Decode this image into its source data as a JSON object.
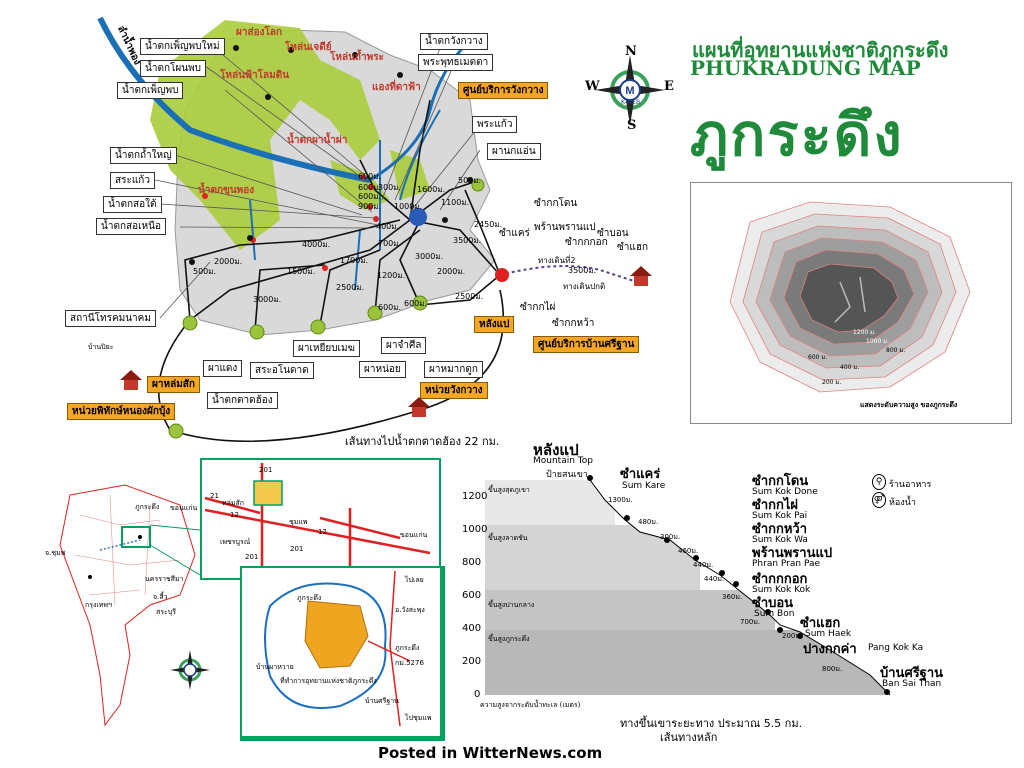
{
  "title": {
    "thai": "แผนที่อุทยานแห่งชาติภูกระดึง",
    "english": "PHUKRADUNG MAP",
    "big": "ภูกระดึง"
  },
  "compass": {
    "n": "N",
    "s": "S",
    "e": "E",
    "w": "W",
    "brand": "K-WEB"
  },
  "footer": "Posted in WitterNews.com",
  "main_map": {
    "labels_white": [
      "น้ำตกเพ็ญพบใหม่",
      "น้ำตกโผนพบ",
      "น้ำตกเพ็ญพบ",
      "น้ำตกถ้ำใหญ่",
      "สระแก้ว",
      "น้ำตกสอใต้",
      "น้ำตกสอเหนือ",
      "น้ำตกวังกวาง",
      "พระพุทธเมตตา",
      "พระแก้ว",
      "ผานกแอ่น",
      "สถานีโทรคมนาคม",
      "ผาแดง",
      "สระอโนดาด",
      "ผาเหยียบเมฆ",
      "ผาจำศีล",
      "ผาหน่อย",
      "ผาหมากดูก",
      "น้ำตกตาดฮ้อง"
    ],
    "labels_orange": [
      "ศูนย์บริการวังกวาง",
      "หลังแป",
      "ศูนย์บริการบ้านศรีฐาน",
      "ผาหล่มสัก",
      "หน่วยวังกวาง",
      "หน่วยพิทักษ์หนองผักบุ้ง"
    ],
    "labels_red": [
      "ผาส่องโลก",
      "โหล่นเจดีย์",
      "โหล่นถ้ำพระ",
      "โหล่นฟ้าโลมดิน",
      "แองที่ดาฟ้า",
      "น้ำตกผาน้ำผ่า",
      "น้ำตกขุนพอง"
    ],
    "route_labels": [
      "ซำกกโดน",
      "ซำแคร่",
      "พร้านพรานแป",
      "ซำกกกอก",
      "ซำบอน",
      "ซำแฮก",
      "ทางเดินที่2",
      "ทางเดินปกติ",
      "ซำกกไผ่",
      "ซำกกหว้า"
    ],
    "river_name": "ลำน้ำพอง",
    "distances": [
      "600ม.",
      "600ม.",
      "900ม.",
      "300ม.",
      "1000ม.",
      "1600ม.",
      "500ม.",
      "1100ม.",
      "2450ม.",
      "3500ม.",
      "400ม.",
      "700ม.",
      "4000ม.",
      "2000ม.",
      "1500ม.",
      "1700ม.",
      "3000ม.",
      "2500ม.",
      "1200ม.",
      "2000ม.",
      "3000ม.",
      "600ม.",
      "600ม.",
      "2500ม.",
      "500ม.",
      "3500ม.",
      "600ม."
    ],
    "note_road": "เส้นทางไปน้ำตกตาดฮ้อง 22 กม.",
    "note_small": "บ้านปิยะ"
  },
  "contour_map": {
    "levels": [
      "1200 ม.",
      "1000 ม.",
      "800 ม.",
      "600 ม.",
      "400 ม.",
      "200 ม."
    ],
    "caption": "แสดงระดับความสูง ของภูกระดึง"
  },
  "locator": {
    "thailand_labels": [
      "ภูกระดึง",
      "ขอนแก่น",
      "จ.ชุมพ",
      "นครราชสีมา",
      "กรุงเทพฯ",
      "จ.สี้ว",
      "สระบุรี"
    ],
    "roads": [
      "201",
      "21",
      "12",
      "12",
      "201",
      "201"
    ],
    "towns": [
      "ชุมแพ",
      "หล่มสัก",
      "เพชรบูรณ์",
      "ขอนแก่น"
    ],
    "detail_labels": [
      "ภูกระดึง",
      "ภูกระดึง",
      "กม.5276",
      "บ้านศรีฐาน",
      "ไปเลย",
      "ไปชุมแพ",
      "อ.วังสะพุง",
      "บ้านผาหวาย",
      "ที่ทำการอุทยานแห่งชาติภูกระดึง"
    ]
  },
  "profile": {
    "y_axis": [
      1200,
      1000,
      800,
      600,
      400,
      200,
      0
    ],
    "y_axis_title": "ความสูงจากระดับน้ำทะเล (เมตร)",
    "top": {
      "thai": "หลังแป",
      "en": "Mountain Top",
      "sub": "ป้ายสนเขา"
    },
    "stops": [
      {
        "thai": "ซำแคร่",
        "en": "Sum Kare"
      },
      {
        "thai": "ซำกกโดน",
        "en": "Sum Kok Done"
      },
      {
        "thai": "ซำกกไผ่",
        "en": "Sum Kok Pai"
      },
      {
        "thai": "ซำกกหว้า",
        "en": "Sum Kok Wa"
      },
      {
        "thai": "พร้านพรานแป",
        "en": "Phran Pran Pae"
      },
      {
        "thai": "ซำกกกอก",
        "en": "Sum Kok Kok"
      },
      {
        "thai": "ซำบอน",
        "en": "Sum Bon"
      },
      {
        "thai": "ซำแฮก",
        "en": "Sum Haek"
      },
      {
        "thai": "ปางกกค่า",
        "en": "Pang Kok Ka"
      },
      {
        "thai": "บ้านศรีฐาน",
        "en": "Ban Sai Than"
      }
    ],
    "segments": [
      "1300ม.",
      "480ม.",
      "300ม.",
      "460ม.",
      "440ม.",
      "440ม.",
      "360ม.",
      "700ม.",
      "200ม.",
      "800ม."
    ],
    "zones": [
      "ขึ้นสูงสุดภูเขา",
      "ขึ้นสูงลาดชัน",
      "ขึ้นสูงปานกลาง",
      "ขึ้นสูงภูกระดึง"
    ],
    "legend": [
      {
        "icon": "restaurant-icon",
        "label": "ร้านอาหาร"
      },
      {
        "icon": "restroom-icon",
        "label": "ห้องน้ำ"
      }
    ],
    "caption1": "ทางขึ้นเขาระยะทาง ประมาณ 5.5 กม.",
    "caption2": "เส้นทางหลัก"
  }
}
